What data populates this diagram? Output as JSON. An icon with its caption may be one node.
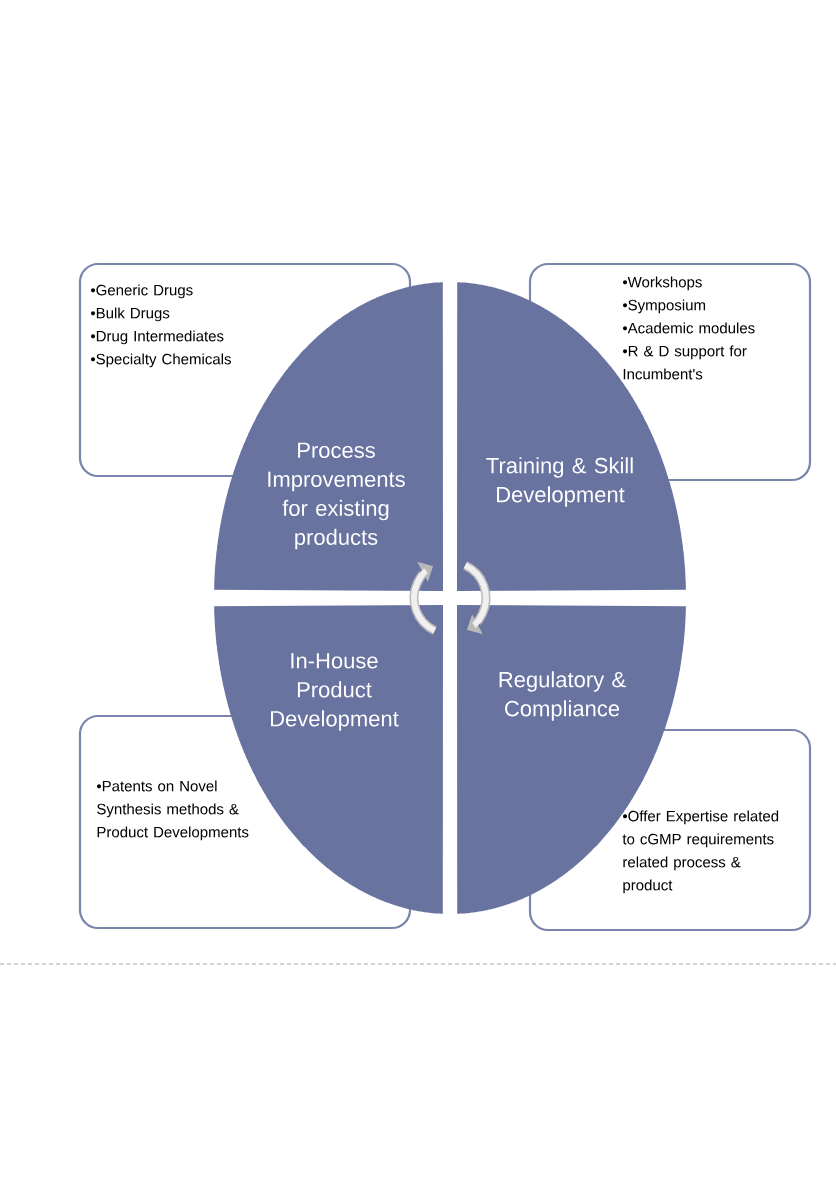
{
  "diagram": {
    "nodes": [
      {
        "text": [
          "•Generic Drugs",
          "•Bulk Drugs",
          "•Drug Intermediates",
          "•Specialty Chemicals"
        ]
      },
      {
        "text": [
          "•Workshops",
          "•Symposium",
          "•Academic modules",
          "•R & D  support for Incumbent's"
        ]
      },
      {
        "text": [
          "Process Improvements for existing products"
        ]
      },
      {
        "text": [
          "Training & Skill Development"
        ]
      },
      {
        "text": [
          "In-House Product Development"
        ]
      },
      {
        "text": [
          "Regulatory & Compliance"
        ]
      },
      {
        "text": [
          "•Patents on Novel Synthesis methods & Product Developments"
        ]
      },
      {
        "text": [
          "•Offer Expertise related to cGMP requirements related process & product"
        ]
      }
    ]
  }
}
